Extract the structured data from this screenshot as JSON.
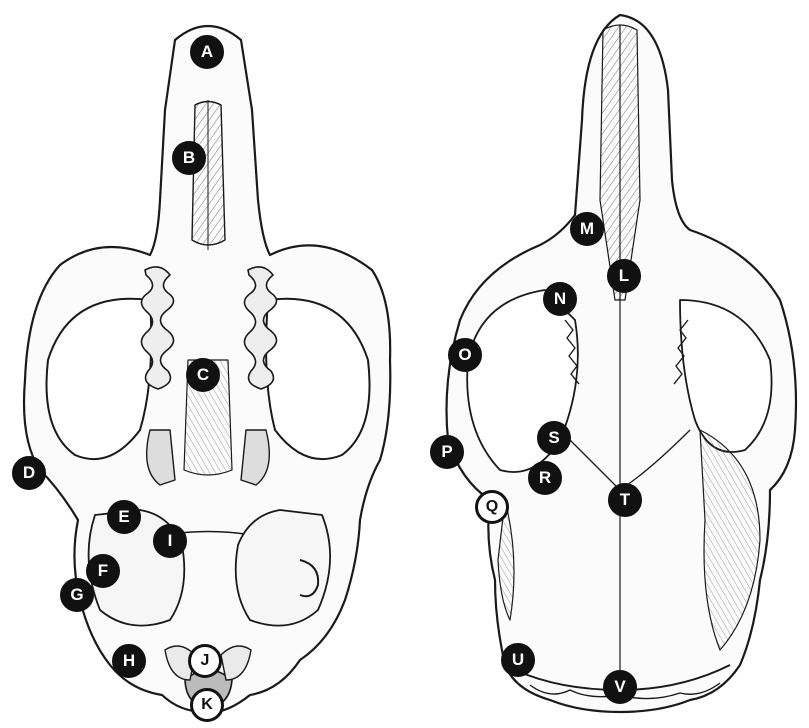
{
  "figure": {
    "views": [
      {
        "id": "ventral",
        "description_icon": "skull-ventral-view-illustration"
      },
      {
        "id": "dorsal",
        "description_icon": "skull-dorsal-view-illustration"
      }
    ]
  },
  "labels": [
    {
      "text": "A",
      "style": "dark"
    },
    {
      "text": "B",
      "style": "dark"
    },
    {
      "text": "C",
      "style": "dark"
    },
    {
      "text": "D",
      "style": "dark"
    },
    {
      "text": "E",
      "style": "dark"
    },
    {
      "text": "F",
      "style": "dark"
    },
    {
      "text": "G",
      "style": "dark"
    },
    {
      "text": "H",
      "style": "dark"
    },
    {
      "text": "I",
      "style": "dark"
    },
    {
      "text": "J",
      "style": "light"
    },
    {
      "text": "K",
      "style": "light"
    },
    {
      "text": "L",
      "style": "dark"
    },
    {
      "text": "M",
      "style": "dark"
    },
    {
      "text": "N",
      "style": "dark"
    },
    {
      "text": "O",
      "style": "dark"
    },
    {
      "text": "P",
      "style": "dark"
    },
    {
      "text": "Q",
      "style": "light"
    },
    {
      "text": "R",
      "style": "dark"
    },
    {
      "text": "S",
      "style": "dark"
    },
    {
      "text": "T",
      "style": "dark"
    },
    {
      "text": "U",
      "style": "dark"
    },
    {
      "text": "V",
      "style": "dark"
    }
  ],
  "colors": {
    "ink": "#1a1a1a",
    "paper": "#ffffff",
    "marker_fill": "#111111"
  }
}
